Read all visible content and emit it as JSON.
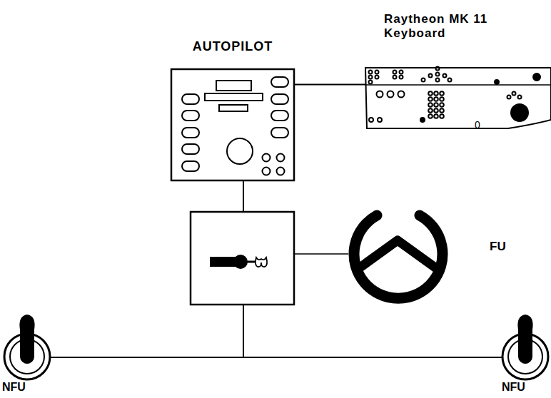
{
  "diagram": {
    "nodes": [
      {
        "text": [
          "AUTOPILOT"
        ]
      },
      {
        "text": [
          "Raytheon MK 11 Keyboard",
          "0"
        ]
      },
      {
        "text": [
          "FU"
        ]
      },
      {
        "text": [
          "NFU"
        ]
      },
      {
        "text": [
          "NFU"
        ]
      }
    ],
    "edges": [
      {
        "from": 0,
        "to": 1,
        "arrow": "none"
      }
    ]
  }
}
